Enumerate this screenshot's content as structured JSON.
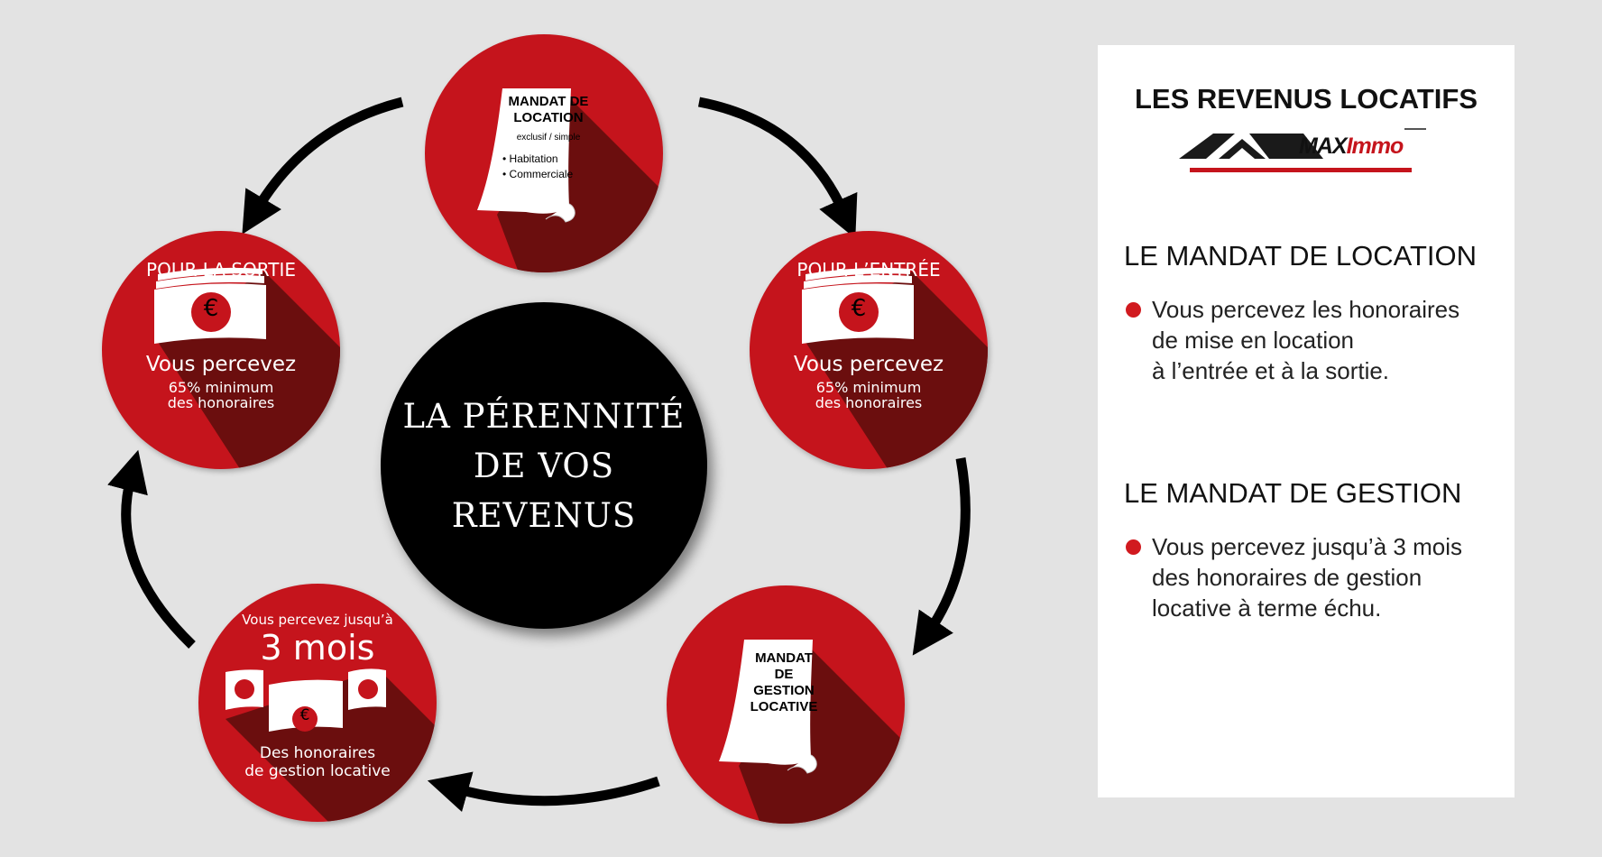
{
  "center": {
    "line1": "LA PÉRENNITÉ",
    "line2": "DE VOS",
    "line3": "REVENUS"
  },
  "top_circle": {
    "title_line1": "MANDAT DE",
    "title_line2": "LOCATION",
    "subtitle": "exclusif / simple",
    "items": [
      "Habitation",
      "Commerciale"
    ]
  },
  "right_circle": {
    "label": "POUR L’ENTRÉE",
    "line1": "Vous percevez",
    "line2": "65% minimum",
    "line3": "des honoraires",
    "currency": "€"
  },
  "left_circle": {
    "label": "POUR LA SORTIE",
    "line1": "Vous percevez",
    "line2": "65% minimum",
    "line3": "des honoraires",
    "currency": "€"
  },
  "bottom_right_circle": {
    "lines": [
      "MANDAT",
      "DE",
      "GESTION",
      "LOCATIVE"
    ]
  },
  "bottom_left_circle": {
    "top_line": "Vous percevez jusqu’à",
    "big": "3 mois",
    "line1": "Des honoraires",
    "line2": "de gestion locative",
    "currency": "€"
  },
  "panel": {
    "title": "LES REVENUS LOCATIFS",
    "logo_max": "MAX",
    "logo_immo": "Immo",
    "section1": {
      "title": "LE MANDAT DE LOCATION",
      "lines": [
        "Vous percevez les honoraires",
        "de mise en location",
        "à l’entrée et à la sortie."
      ]
    },
    "section2": {
      "title": "LE MANDAT DE GESTION",
      "lines": [
        "Vous percevez jusqu’à 3 mois",
        "des honoraires de gestion",
        "locative à terme échu."
      ]
    }
  },
  "colors": {
    "red": "#c5141c",
    "shadow": "#6b0e0e",
    "black": "#000000",
    "background": "#e3e3e3"
  },
  "icons": [
    "banknote-icon",
    "euro-icon",
    "document-scroll-icon",
    "curved-arrow-icon",
    "house-roof-logo-icon"
  ]
}
